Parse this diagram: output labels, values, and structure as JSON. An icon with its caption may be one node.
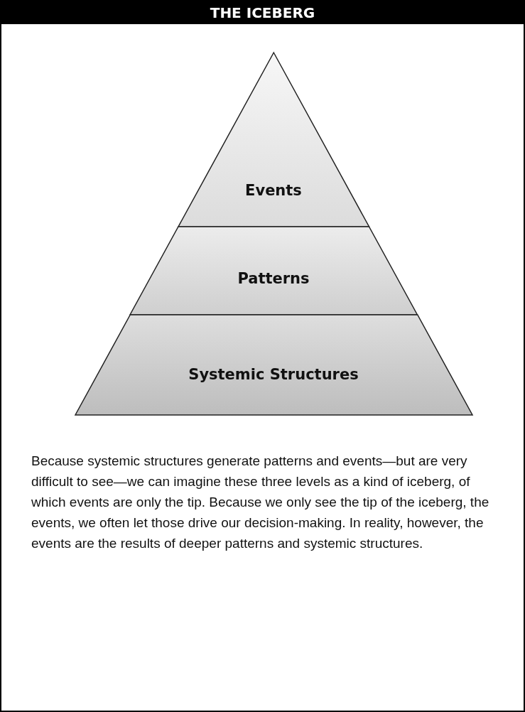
{
  "diagram": {
    "title": "THE ICEBERG",
    "nodes": [
      {
        "text": [
          "Events"
        ]
      },
      {
        "text": [
          "Patterns"
        ]
      },
      {
        "text": [
          "Systemic Structures"
        ]
      }
    ],
    "labels": [
      "Because systemic structures generate patterns and events—but are very difficult to see—we can imagine these three levels as a kind of iceberg, of which events are only the tip. Because we only see the tip of the iceberg, the events, we often let those drive our decision-making. In reality, however, the events are the results of deeper patterns and systemic structures."
    ]
  }
}
